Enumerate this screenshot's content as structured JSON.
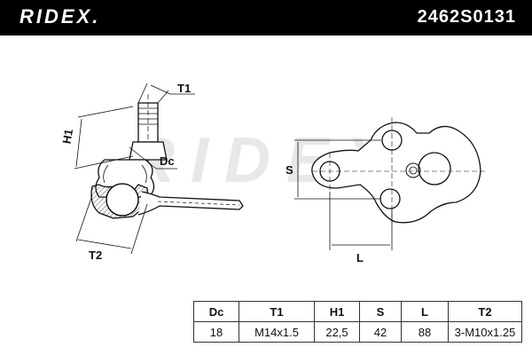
{
  "header": {
    "brand": "RIDEX.",
    "part_number": "2462S0131"
  },
  "drawing": {
    "watermark": "RIDEX",
    "side_view_labels": {
      "t1": "T1",
      "h1": "H1",
      "dc": "Dc",
      "t2": "T2"
    },
    "top_view_labels": {
      "s": "S",
      "l": "L"
    }
  },
  "spec_table": {
    "headers": [
      "Dc",
      "T1",
      "H1",
      "S",
      "L",
      "T2"
    ],
    "values": [
      "18",
      "M14x1.5",
      "22,5",
      "42",
      "88",
      "3-M10x1.25"
    ]
  },
  "colors": {
    "header_bg": "#000000",
    "header_text": "#ffffff",
    "line": "#111111",
    "watermark": "#e4e4e4",
    "hatch": "#555555"
  }
}
